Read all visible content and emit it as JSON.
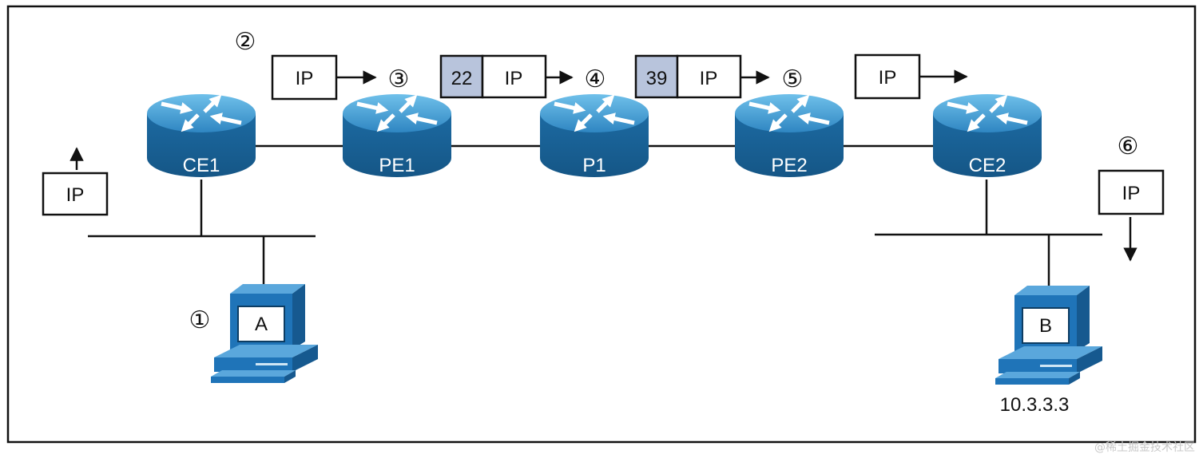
{
  "routers": [
    {
      "id": "ce1",
      "label": "CE1"
    },
    {
      "id": "pe1",
      "label": "PE1"
    },
    {
      "id": "p1",
      "label": "P1"
    },
    {
      "id": "pe2",
      "label": "PE2"
    },
    {
      "id": "ce2",
      "label": "CE2"
    }
  ],
  "hosts": [
    {
      "id": "host-a",
      "label": "A"
    },
    {
      "id": "host-b",
      "label": "B",
      "address": "10.3.3.3"
    }
  ],
  "steps": [
    "①",
    "②",
    "③",
    "④",
    "⑤",
    "⑥"
  ],
  "packets": [
    {
      "id": "pkt-1",
      "ip": "IP"
    },
    {
      "id": "pkt-2",
      "ip": "IP"
    },
    {
      "id": "pkt-3",
      "label": "22",
      "ip": "IP"
    },
    {
      "id": "pkt-4",
      "label": "39",
      "ip": "IP"
    },
    {
      "id": "pkt-5",
      "ip": "IP"
    },
    {
      "id": "pkt-6",
      "ip": "IP"
    }
  ],
  "colors": {
    "router_body": "#1d6fa8",
    "router_top": "#4aa3d6",
    "label_fill": "#b8c4dc",
    "host_body": "#1f74b8"
  },
  "watermark": "@稀土掘金技术社区"
}
